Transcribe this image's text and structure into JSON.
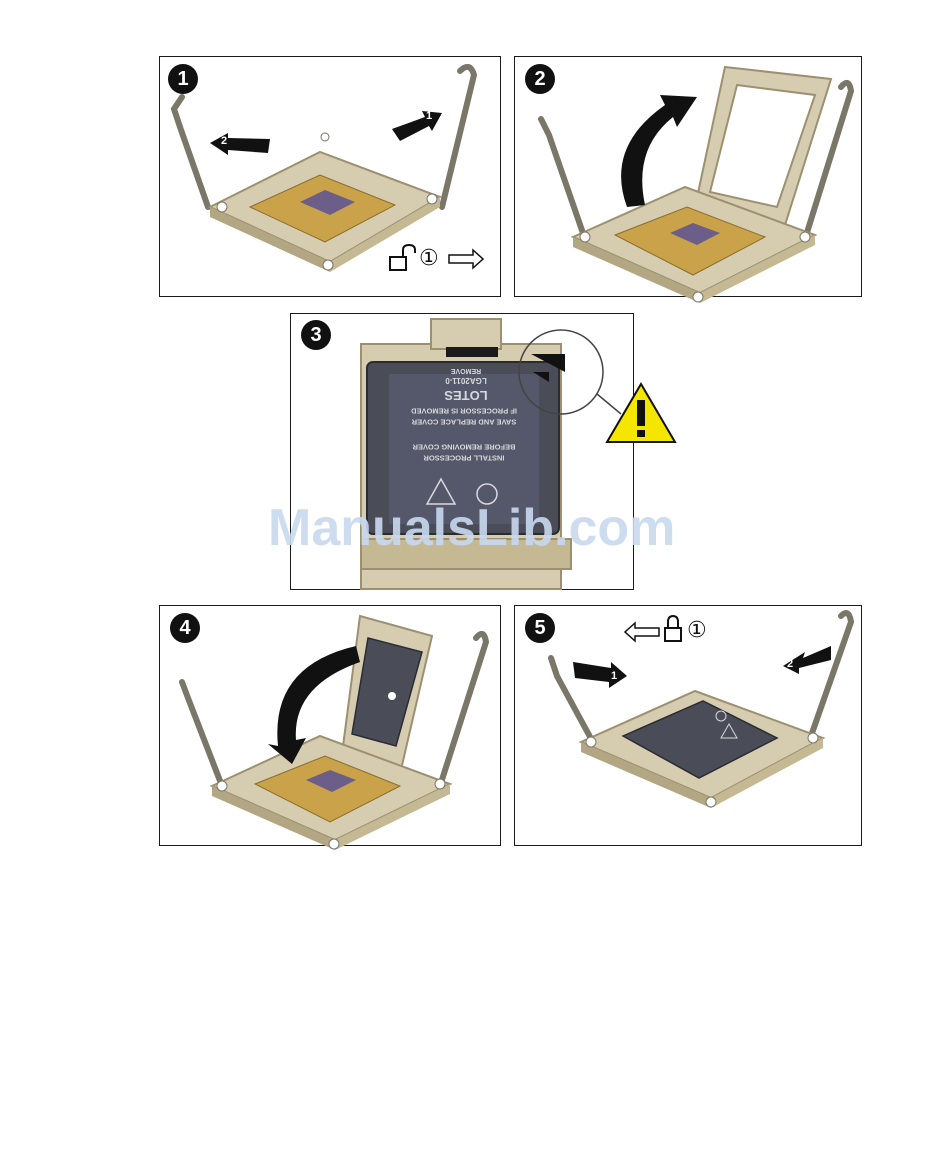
{
  "steps": [
    {
      "number": "1",
      "arrow_labels": [
        "2",
        "1"
      ],
      "unlock_symbol": "①"
    },
    {
      "number": "2"
    },
    {
      "number": "3",
      "cover_text": {
        "line1": "REMOVE",
        "line2": "LGA2011-0",
        "line3": "LOTES",
        "line4": "IF PROCESSOR IS REMOVED",
        "line5": "SAVE AND REPLACE COVER",
        "line6": "INSTALL PROCESSOR",
        "line7": "BEFORE REMOVING COVER"
      }
    },
    {
      "number": "4"
    },
    {
      "number": "5",
      "arrow_labels": [
        "1",
        "2"
      ],
      "lock_symbol": "①"
    }
  ],
  "watermark": "ManualsLib.com",
  "colors": {
    "border": "#1a1a1a",
    "socket_frame": "#d6ccb0",
    "socket_shadow": "#9c9071",
    "pins": "#c9a24a",
    "chip": "#6b5f8a",
    "cover": "#4a4d57",
    "warning_yellow": "#f5e600",
    "background": "#eeeeee"
  },
  "icons": [
    "unlock-icon",
    "lock-icon",
    "right-arrow-icon",
    "left-arrow-icon",
    "warning-icon",
    "curved-arrow-icon"
  ]
}
